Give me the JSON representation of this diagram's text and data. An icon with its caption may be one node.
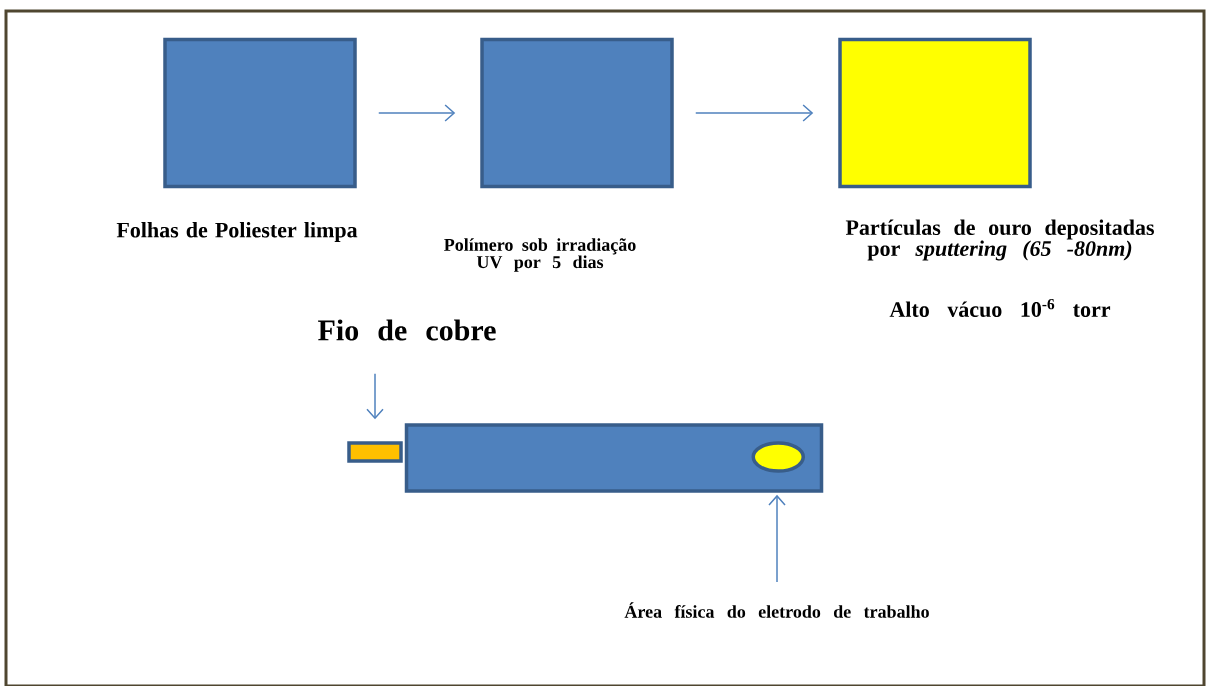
{
  "diagram": {
    "nodes": [
      {
        "text": [],
        "shape": "box",
        "beside": [
          "Folhas de Poliester limpa"
        ]
      },
      {
        "text": [],
        "shape": "box",
        "beside": [
          "Polímero sob irradiação UV por 5 dias"
        ]
      },
      {
        "text": [],
        "shape": "box",
        "beside": [
          "Partículas de ouro depositadas por *sputtering (65 -80nm)*",
          "Alto vácuo 10$^{-6}$ torr"
        ]
      },
      {
        "text": [
          "Fio de cobre"
        ]
      },
      {
        "text": [],
        "shape": "bar"
      },
      {
        "text": [],
        "shape": "box"
      },
      {
        "text": [],
        "shape": "circle",
        "in": 5
      },
      {
        "text": [
          "Área física do eletrodo de trabalho"
        ]
      }
    ],
    "edges": [
      {
        "from": 0,
        "to": 1,
        "arrow": "to"
      },
      {
        "from": 1,
        "to": 2,
        "arrow": "to"
      },
      {
        "from": 3,
        "to": 4,
        "arrow": "to"
      },
      {
        "from": 7,
        "to": 5,
        "arrow": "to"
      }
    ]
  }
}
